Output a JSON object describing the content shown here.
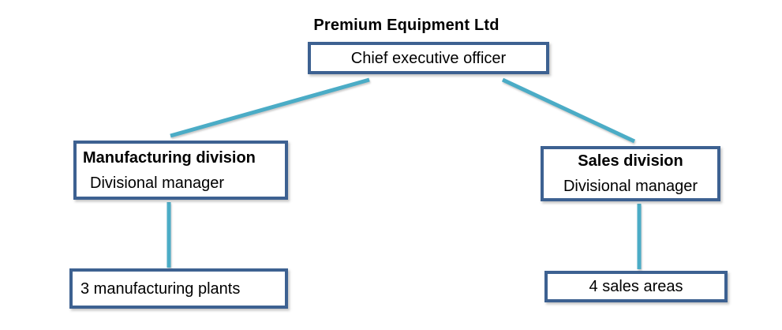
{
  "diagram": {
    "title": "Premium Equipment Ltd",
    "nodes": {
      "ceo": {
        "label": "Chief executive officer"
      },
      "manufacturing": {
        "title": "Manufacturing division",
        "subtitle": "Divisional manager"
      },
      "sales": {
        "title": "Sales division",
        "subtitle": "Divisional manager"
      },
      "plants": {
        "label": "3 manufacturing plants"
      },
      "areas": {
        "label": "4 sales areas"
      }
    },
    "edges": [
      "ceo-to-manufacturing",
      "ceo-to-sales",
      "manufacturing-to-plants",
      "sales-to-areas"
    ]
  },
  "colors": {
    "box_border": "#3d6191",
    "connector": "#4bacc6",
    "text": "#000000",
    "background": "#ffffff"
  }
}
